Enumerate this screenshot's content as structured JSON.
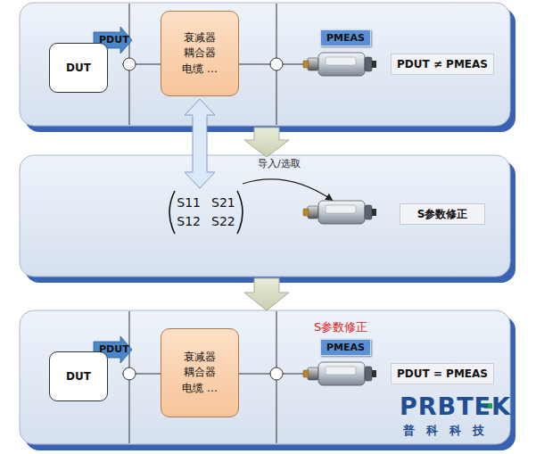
{
  "diagram": {
    "nodes": [
      {
        "text": [
          "DUT"
        ]
      },
      {
        "text": [
          "衰减器 耦合器 电缆 …"
        ]
      },
      {
        "text": [
          "PDUT ≠ PMEAS"
        ]
      },
      {
        "text": [
          "S11",
          "S21",
          "S12",
          "S22"
        ]
      },
      {
        "text": [
          "S参数修正"
        ]
      },
      {
        "text": [
          "DUT"
        ]
      },
      {
        "text": [
          "衰减器 耦合器 电缆 …"
        ]
      },
      {
        "text": [
          "PDUT = PMEAS"
        ]
      }
    ],
    "edges": [
      {
        "from": 1,
        "to": 3,
        "arrow": "both"
      }
    ],
    "labels": [
      "PDUT",
      "PMEAS",
      "导入/选取",
      "S参数修正",
      "PDUT",
      "PMEAS",
      "PRBTEK",
      "普科科技"
    ]
  }
}
